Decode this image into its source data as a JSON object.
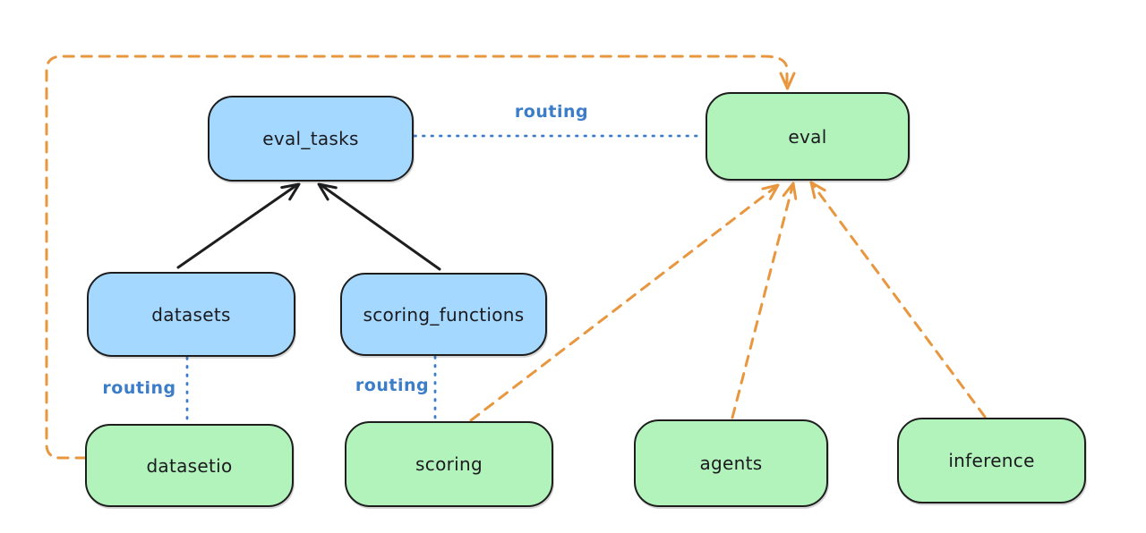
{
  "colors": {
    "background": "#ffffff",
    "node_blue_fill": "#a5d8ff",
    "node_green_fill": "#b2f2bb",
    "node_border": "#1e1e1e",
    "label_text": "#1b1b1f",
    "edge_black": "#1e1e1e",
    "edge_blue": "#3b7dc8",
    "edge_orange": "#e8973f"
  },
  "nodes": {
    "eval_tasks": {
      "label": "eval_tasks",
      "color": "blue"
    },
    "eval": {
      "label": "eval",
      "color": "green"
    },
    "datasets": {
      "label": "datasets",
      "color": "blue"
    },
    "scoring_functions": {
      "label": "scoring_functions",
      "color": "blue"
    },
    "datasetio": {
      "label": "datasetio",
      "color": "green"
    },
    "scoring": {
      "label": "scoring",
      "color": "green"
    },
    "agents": {
      "label": "agents",
      "color": "green"
    },
    "inference": {
      "label": "inference",
      "color": "green"
    }
  },
  "edges": [
    {
      "from": "datasets",
      "to": "eval_tasks",
      "style": "solid-arrow",
      "color": "black"
    },
    {
      "from": "scoring_functions",
      "to": "eval_tasks",
      "style": "solid-arrow",
      "color": "black"
    },
    {
      "from": "eval_tasks",
      "to": "eval",
      "style": "dotted",
      "color": "blue",
      "label": "routing"
    },
    {
      "from": "datasets",
      "to": "datasetio",
      "style": "dotted",
      "color": "blue",
      "label": "routing"
    },
    {
      "from": "scoring_functions",
      "to": "scoring",
      "style": "dotted",
      "color": "blue",
      "label": "routing"
    },
    {
      "from": "datasetio",
      "to": "eval",
      "style": "dashed-arrow",
      "color": "orange"
    },
    {
      "from": "scoring",
      "to": "eval",
      "style": "dashed-arrow",
      "color": "orange"
    },
    {
      "from": "agents",
      "to": "eval",
      "style": "dashed-arrow",
      "color": "orange"
    },
    {
      "from": "inference",
      "to": "eval",
      "style": "dashed-arrow",
      "color": "orange"
    }
  ]
}
